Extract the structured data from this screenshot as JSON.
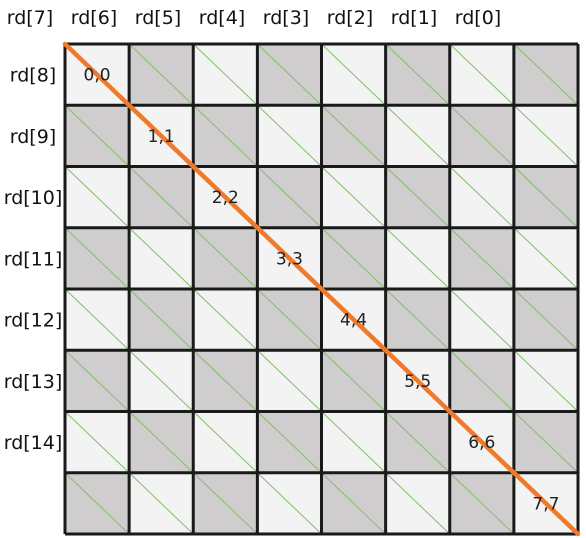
{
  "column_labels": [
    "rd[7]",
    "rd[6]",
    "rd[5]",
    "rd[4]",
    "rd[3]",
    "rd[2]",
    "rd[1]",
    "rd[0]"
  ],
  "row_labels": [
    "rd[8]",
    "rd[9]",
    "rd[10]",
    "rd[11]",
    "rd[12]",
    "rd[13]",
    "rd[14]",
    ""
  ],
  "diagonal_labels": [
    "0,0",
    "1,1",
    "2,2",
    "3,3",
    "4,4",
    "5,5",
    "6,6",
    "7,7"
  ],
  "colors": {
    "cell_dark": "#cfcdce",
    "cell_light": "#f3f3f3",
    "cell_diagonal": "#7fc06a",
    "grid_border": "#1a1a1a",
    "main_diagonal": "#ef7a2a"
  }
}
